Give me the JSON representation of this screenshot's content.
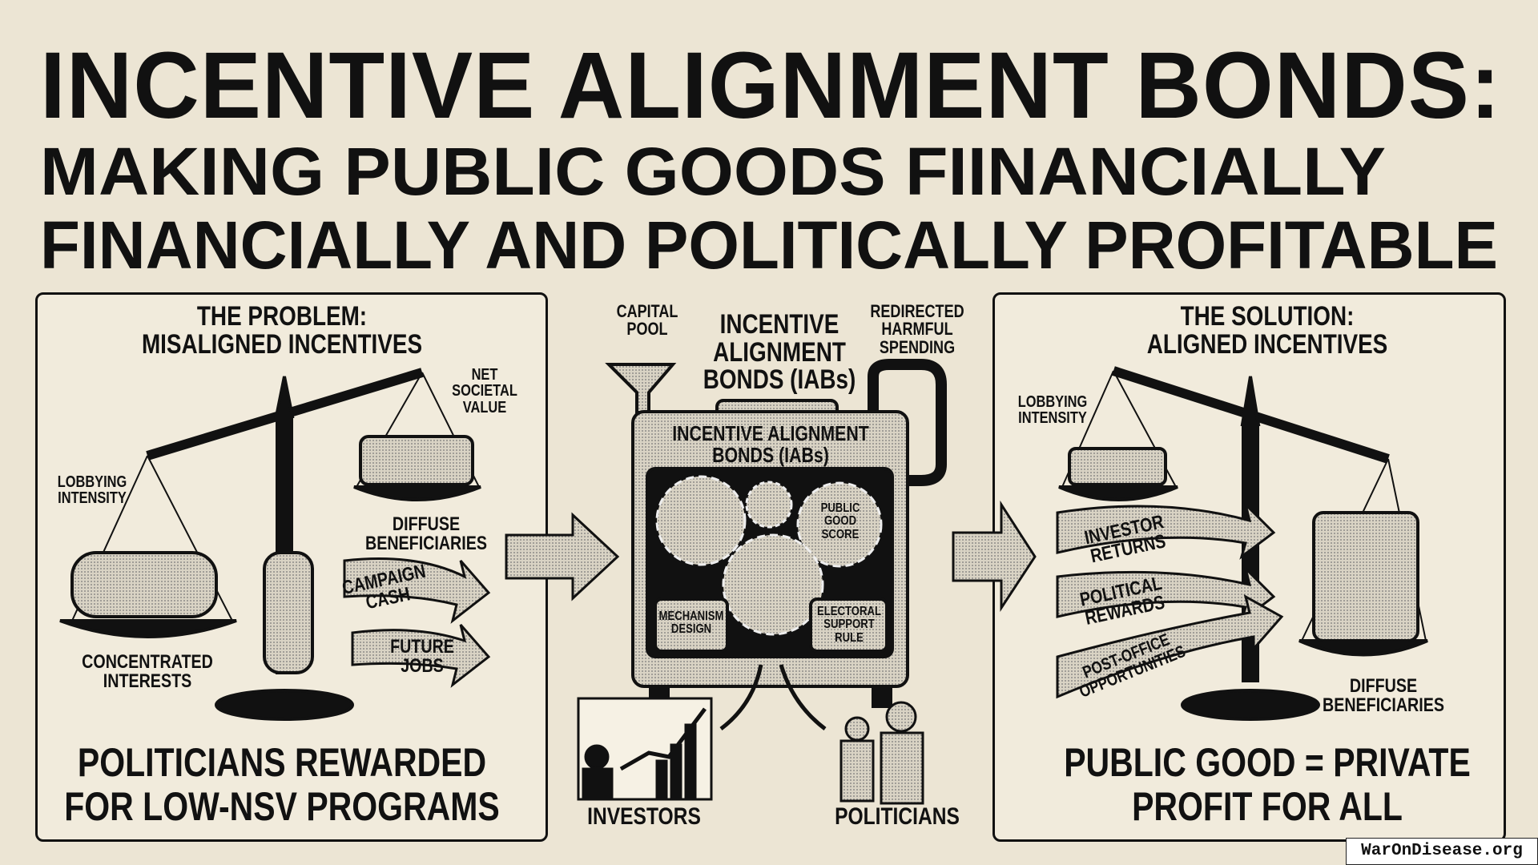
{
  "title": {
    "line1": "INCENTIVE ALIGNMENT BONDS:",
    "line2": "MAKING PUBLIC GOODS FIINANCIALLY",
    "line3": "FINANCIALLY AND POLITICALLY PROFITABLE"
  },
  "problem": {
    "heading1": "THE PROBLEM:",
    "heading2": "MISALIGNED INCENTIVES",
    "net_value": [
      "NET",
      "SOCIETAL",
      "VALUE"
    ],
    "lobbying": [
      "LOBBYING",
      "INTENSITY"
    ],
    "diffuse": [
      "DIFFUSE",
      "BENEFICIARIES"
    ],
    "campaign": [
      "CAMPAIGN",
      "CASH"
    ],
    "jobs": [
      "FUTURE",
      "JOBS"
    ],
    "concentrated": [
      "CONCENTRATED",
      "INTERESTS"
    ],
    "conclusion": [
      "POLITICIANS REWARDED",
      "FOR LOW-NSV PROGRAMS"
    ]
  },
  "machine": {
    "capital_pool": [
      "CAPITAL",
      "POOL"
    ],
    "title": [
      "INCENTIVE",
      "ALIGNMENT",
      "BONDS (IABs)"
    ],
    "redirected": [
      "REDIRECTED",
      "HARMFUL",
      "SPENDING"
    ],
    "plate": [
      "INCENTIVE ALIGNMENT",
      "BONDS (IABs)"
    ],
    "public_good": [
      "PUBLIC",
      "GOOD",
      "SCORE"
    ],
    "mechanism": [
      "MECHANISM",
      "DESIGN"
    ],
    "electoral": [
      "ELECTORAL",
      "SUPPORT",
      "RULE"
    ],
    "investors": "INVESTORS",
    "politicians": "POLITICIANS"
  },
  "solution": {
    "heading1": "THE SOLUTION:",
    "heading2": "ALIGNED INCENTIVES",
    "lobbying": [
      "LOBBYING",
      "INTENSITY"
    ],
    "investor_returns": [
      "INVESTOR",
      "RETURNS"
    ],
    "political_rewards": [
      "POLITICAL",
      "REWARDS"
    ],
    "post_office": [
      "POST-OFFICE",
      "OPPORTUNITIES"
    ],
    "diffuse": [
      "DIFFUSE",
      "BENEFICIARIES"
    ],
    "conclusion": [
      "PUBLIC GOOD = PRIVATE",
      "PROFIT FOR ALL"
    ]
  },
  "watermark": "WarOnDisease.org",
  "colors": {
    "paper": "#ece5d4",
    "ink": "#111111",
    "shade": "#9a958b"
  }
}
